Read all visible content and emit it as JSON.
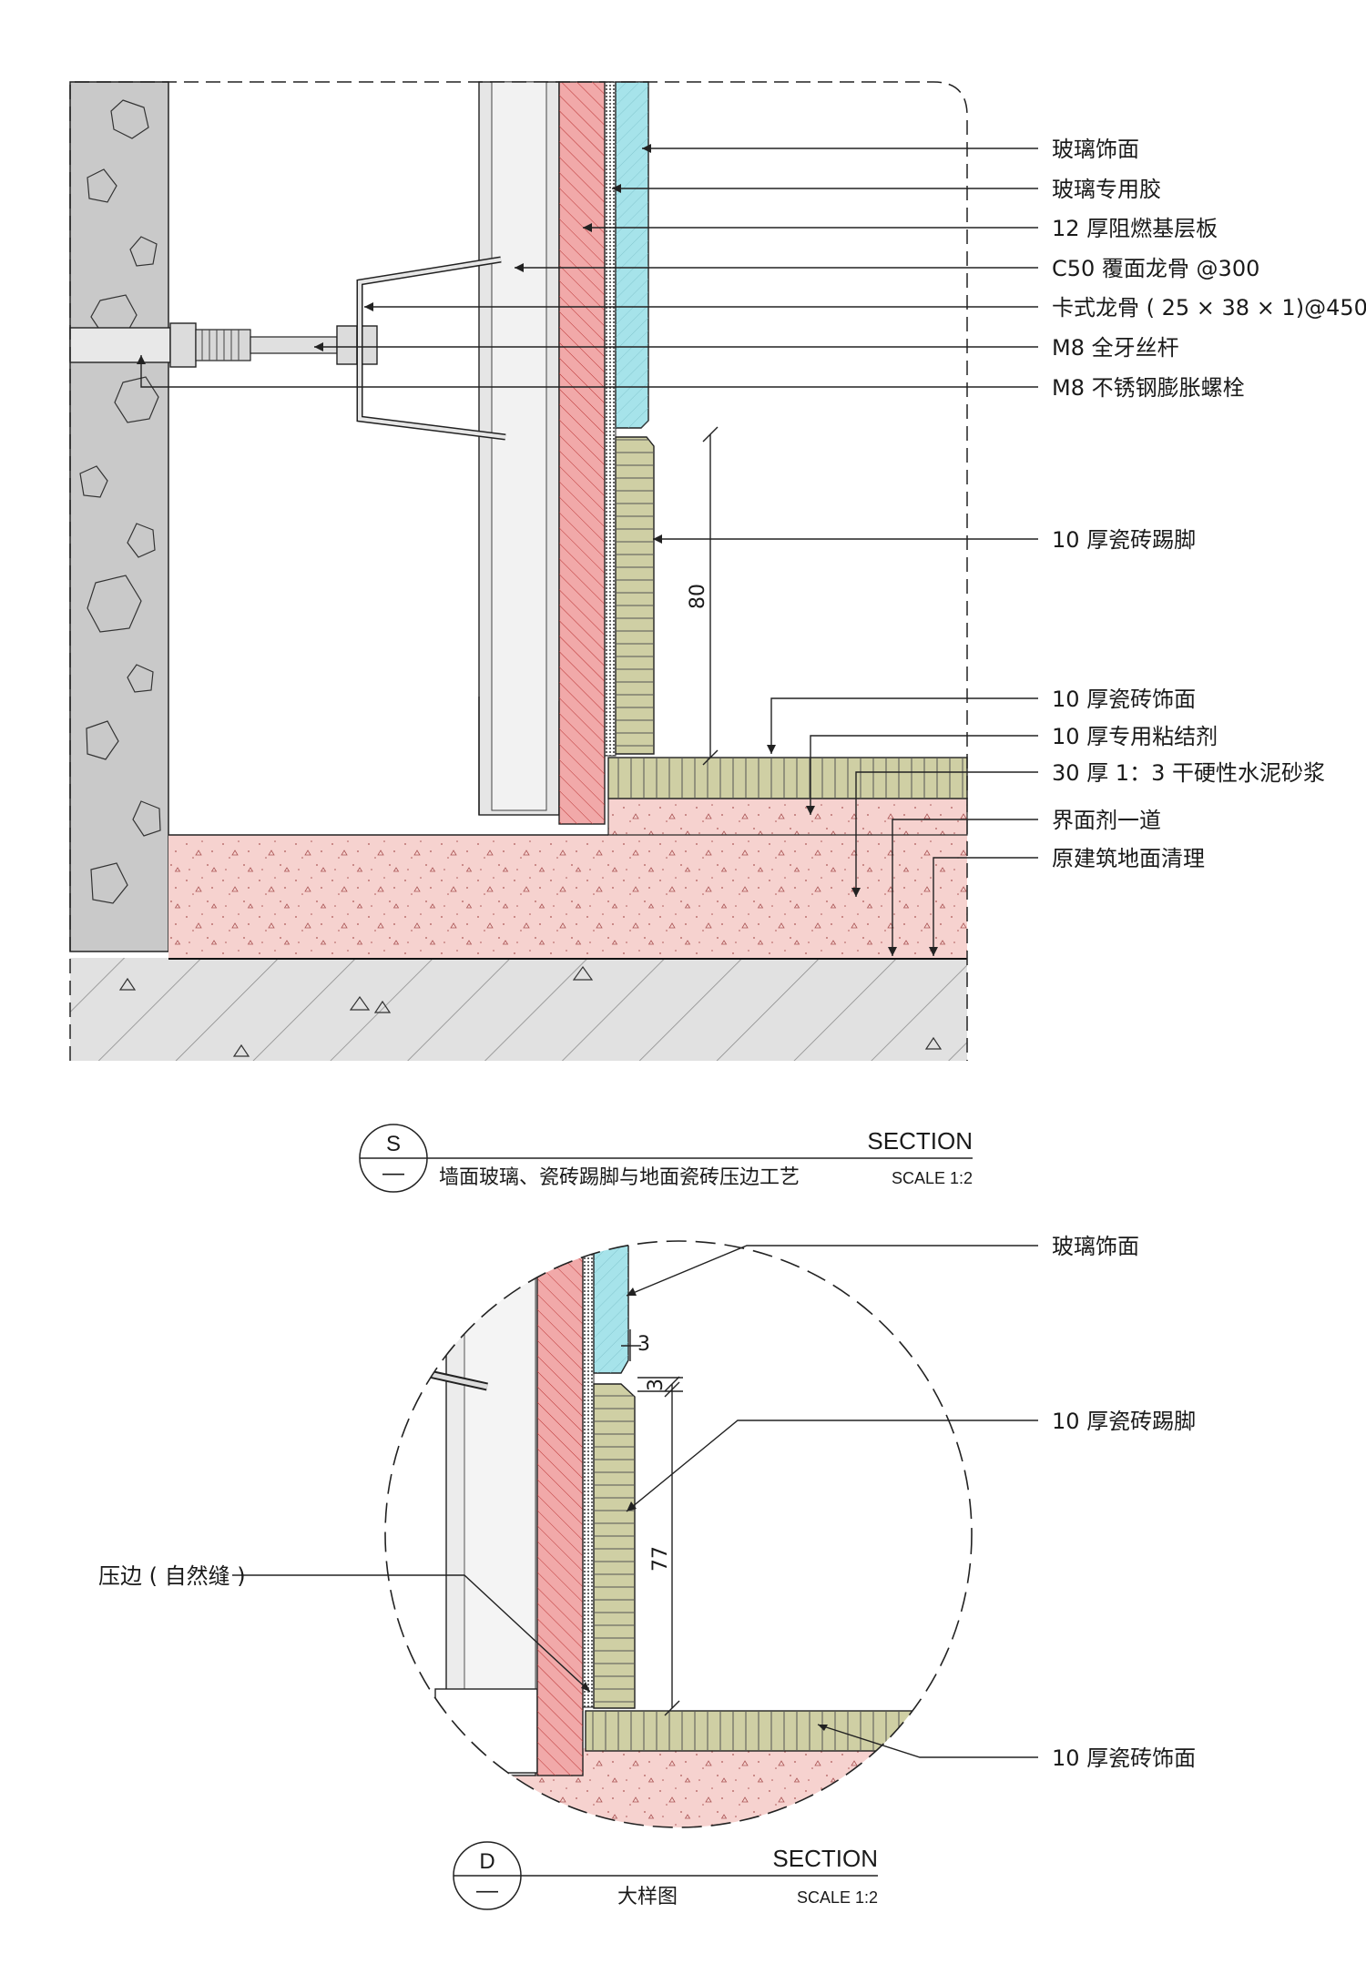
{
  "section1": {
    "labels": [
      "玻璃饰面",
      "玻璃专用胶",
      "12 厚阻燃基层板",
      "C50 覆面龙骨 @300",
      "卡式龙骨 ( 25 × 38 × 1)@450",
      "M8 全牙丝杆",
      "M8 不锈钢膨胀螺栓",
      "10 厚瓷砖踢脚",
      "10 厚瓷砖饰面",
      "10 厚专用粘结剂",
      "30 厚 1：3 干硬性水泥砂浆",
      "界面剂一道",
      "原建筑地面清理"
    ],
    "dimension": "80",
    "title": {
      "marker_top": "S",
      "marker_bottom": "—",
      "heading": "SECTION",
      "subtitle": "墙面玻璃、瓷砖踢脚与地面瓷砖压边工艺",
      "scale": "SCALE 1:2"
    }
  },
  "section2": {
    "labels": [
      "玻璃饰面",
      "10 厚瓷砖踢脚",
      "压边 ( 自然缝 )",
      "10 厚瓷砖饰面"
    ],
    "dim_gap": "3",
    "dim_gap2": "3",
    "dim_height": "77",
    "title": {
      "marker_top": "D",
      "marker_bottom": "—",
      "heading": "SECTION",
      "subtitle": "大样图",
      "scale": "SCALE 1:2"
    }
  },
  "colors": {
    "concrete": "#c9c9c9",
    "screed_pink": "#f6d2cf",
    "board_pink": "#f1a9a9",
    "tile": "#cfcfa4",
    "glass": "#a6e3ea",
    "steel": "#dcdcdc"
  }
}
